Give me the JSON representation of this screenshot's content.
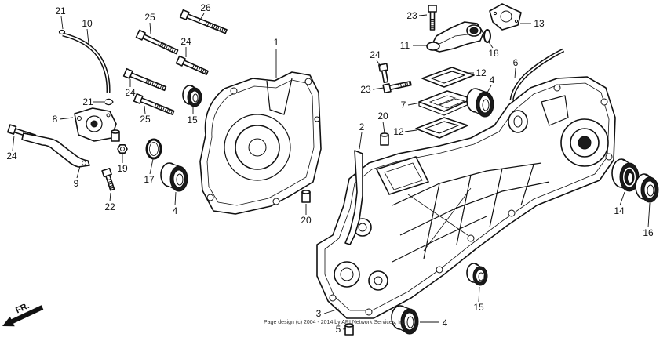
{
  "diagram": {
    "callouts": [
      "21",
      "10",
      "25",
      "26",
      "24",
      "1",
      "23",
      "13",
      "11",
      "18",
      "24",
      "6",
      "12",
      "4",
      "23",
      "7",
      "20",
      "2",
      "12",
      "8",
      "21",
      "24",
      "25",
      "15",
      "24",
      "9",
      "19",
      "17",
      "4",
      "22",
      "20",
      "14",
      "16",
      "15",
      "3",
      "5",
      "4"
    ],
    "direction_label": "FR.",
    "copyright": "Page design (c) 2004 - 2014 by ARI Network Services, Inc."
  },
  "colors": {
    "line": "#111111",
    "background": "#ffffff"
  }
}
